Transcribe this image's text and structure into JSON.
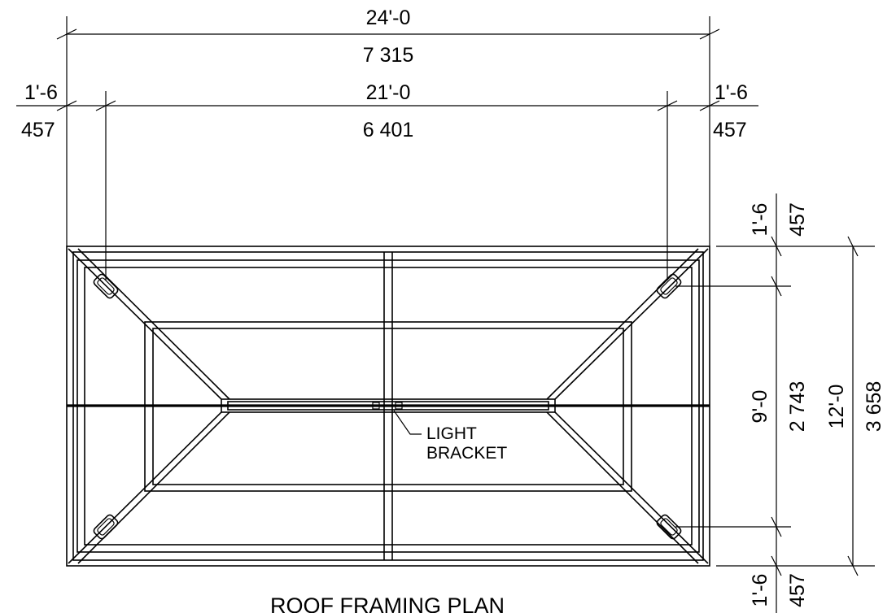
{
  "drawing": {
    "title": "ROOF FRAMING PLAN",
    "note": [
      "LIGHT",
      "BRACKET"
    ]
  },
  "dimensions": {
    "overall_width_imperial": "24'-0",
    "overall_width_metric": "7 315",
    "left_overhang_imperial": "1'-6",
    "left_overhang_metric": "457",
    "inner_width_imperial": "21'-0",
    "inner_width_metric": "6 401",
    "right_overhang_imperial": "1'-6",
    "right_overhang_metric": "457",
    "top_overhang_imperial": "1'-6",
    "top_overhang_metric": "457",
    "inner_depth_imperial": "9'-0",
    "inner_depth_metric": "2 743",
    "overall_depth_imperial": "12'-0",
    "overall_depth_metric": "3 658",
    "bottom_overhang_imperial": "1'-6",
    "bottom_overhang_metric": "457"
  }
}
